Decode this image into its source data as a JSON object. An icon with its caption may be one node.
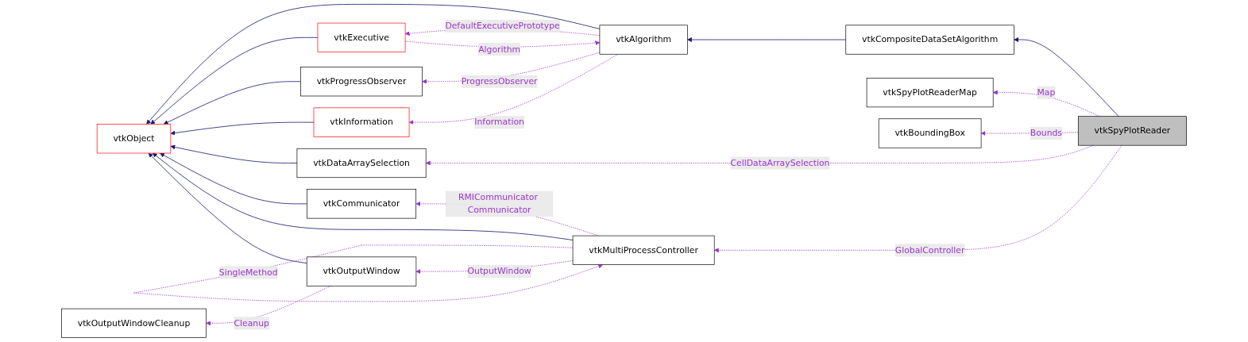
{
  "diagram": {
    "nodes": [
      {
        "text": [
          "vtkSpyPlotReader"
        ]
      },
      {
        "text": [
          "vtkCompositeDataSetAlgorithm"
        ]
      },
      {
        "text": [
          "vtkAlgorithm"
        ]
      },
      {
        "text": [
          "vtkObject"
        ]
      },
      {
        "text": [
          "vtkExecutive"
        ]
      },
      {
        "text": [
          "vtkInformation"
        ]
      },
      {
        "text": [
          "vtkProgressObserver"
        ]
      },
      {
        "text": [
          "vtkDataArraySelection"
        ]
      },
      {
        "text": [
          "vtkSpyPlotReaderMap"
        ]
      },
      {
        "text": [
          "vtkBoundingBox"
        ]
      },
      {
        "text": [
          "vtkMultiProcessController"
        ]
      },
      {
        "text": [
          "vtkCommunicator"
        ]
      },
      {
        "text": [
          "vtkOutputWindow"
        ]
      },
      {
        "text": [
          "vtkOutputWindowCleanup"
        ]
      }
    ],
    "edges": [
      {
        "from": 0,
        "to": 1,
        "arrow": "to",
        "color": "#191970"
      },
      {
        "from": 1,
        "to": 2,
        "arrow": "to",
        "color": "#191970"
      },
      {
        "from": 2,
        "to": 3,
        "arrow": "to",
        "color": "#191970"
      },
      {
        "from": 4,
        "to": 3,
        "arrow": "to",
        "color": "#191970"
      },
      {
        "from": 6,
        "to": 3,
        "arrow": "to",
        "color": "#191970"
      },
      {
        "from": 5,
        "to": 3,
        "arrow": "to",
        "color": "#191970"
      },
      {
        "from": 7,
        "to": 3,
        "arrow": "to",
        "color": "#191970"
      },
      {
        "from": 11,
        "to": 3,
        "arrow": "to",
        "color": "#191970"
      },
      {
        "from": 10,
        "to": 3,
        "arrow": "to",
        "color": "#191970"
      },
      {
        "from": 12,
        "to": 3,
        "arrow": "to",
        "color": "#191970"
      },
      {
        "from": 0,
        "to": 7,
        "arrow": "to",
        "label": "CellDataArraySelection",
        "style": "dashed"
      },
      {
        "from": 0,
        "to": 8,
        "arrow": "to",
        "label": "Map",
        "style": "dashed"
      },
      {
        "from": 0,
        "to": 9,
        "arrow": "to",
        "label": "Bounds",
        "style": "dashed"
      },
      {
        "from": 0,
        "to": 10,
        "arrow": "to",
        "label": "GlobalController",
        "style": "dashed"
      },
      {
        "from": 2,
        "to": 6,
        "arrow": "to",
        "label": "ProgressObserver",
        "style": "dashed"
      },
      {
        "from": 2,
        "to": 5,
        "arrow": "to",
        "label": "Information",
        "style": "dashed"
      },
      {
        "from": 2,
        "to": 4,
        "arrow": "to",
        "label": "DefaultExecutivePrototype",
        "style": "dashed"
      },
      {
        "from": 4,
        "to": 2,
        "arrow": "to",
        "label": "Algorithm",
        "style": "dashed"
      },
      {
        "from": 10,
        "to": 11,
        "arrow": "to",
        "label": "RMICommunicator Communicator",
        "style": "dashed"
      },
      {
        "from": 10,
        "to": 10,
        "arrow": "to",
        "label": "SingleMethod",
        "style": "dashed"
      },
      {
        "from": 10,
        "to": 12,
        "arrow": "to",
        "label": "OutputWindow",
        "style": "dashed"
      },
      {
        "from": 12,
        "to": 13,
        "arrow": "to",
        "label": "Cleanup",
        "style": "dashed"
      }
    ]
  }
}
